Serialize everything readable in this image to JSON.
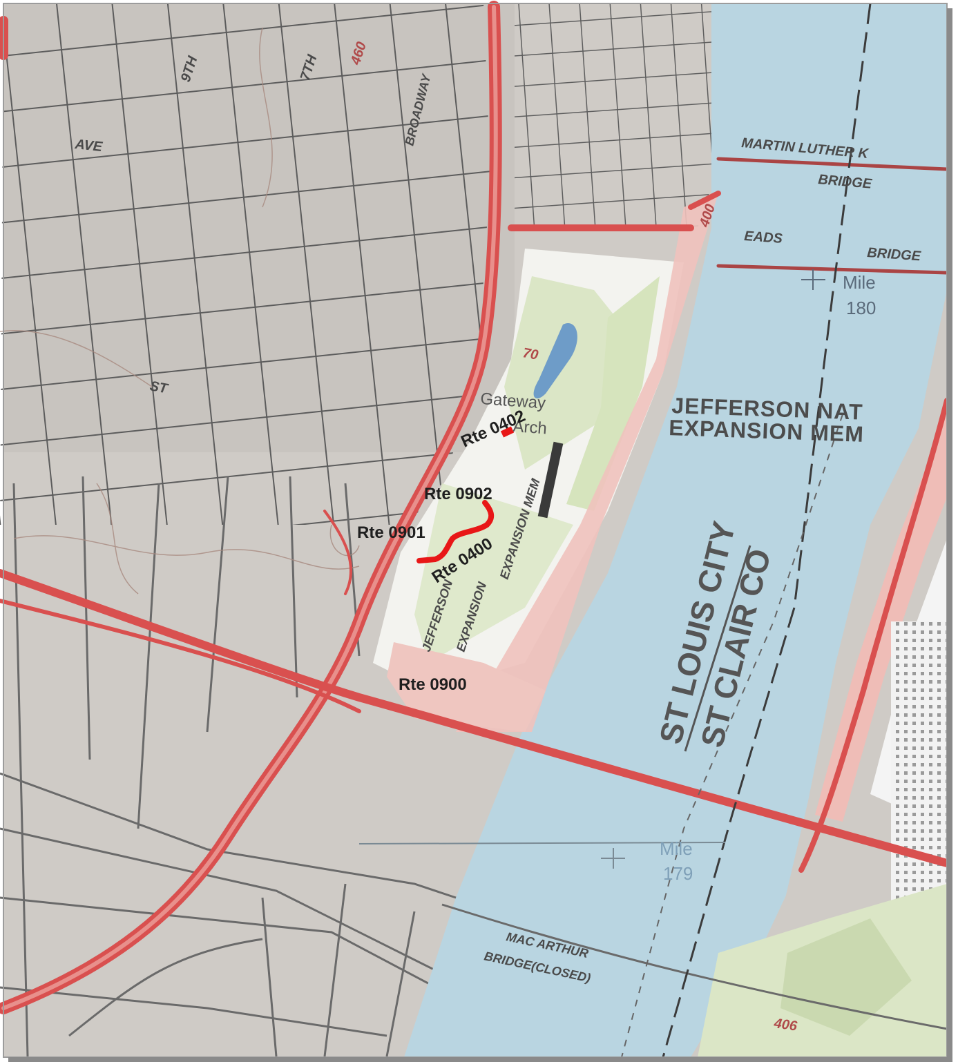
{
  "map": {
    "route_labels": [
      {
        "id": "rte-0402",
        "text": "Rte 0402"
      },
      {
        "id": "rte-0902",
        "text": "Rte 0902"
      },
      {
        "id": "rte-0901",
        "text": "Rte 0901"
      },
      {
        "id": "rte-0400",
        "text": "Rte 0400"
      },
      {
        "id": "rte-0900",
        "text": "Rte 0900"
      }
    ],
    "street_labels": {
      "ninth": "9TH",
      "seventh": "7TH",
      "broadway": "BROADWAY",
      "ave": "AVE",
      "st": "ST",
      "hwy_460": "460",
      "hwy_400": "400",
      "hwy_70": "70",
      "hwy_406": "406"
    },
    "bridges": {
      "mlk_line1": "MARTIN LUTHER K",
      "mlk_line2": "BRIDGE",
      "eads": "EADS",
      "eads_bridge": "BRIDGE",
      "macarthur_line1": "MAC ARTHUR",
      "macarthur_line2": "BRIDGE(CLOSED)"
    },
    "places": {
      "gateway": "Gateway",
      "arch": "Arch",
      "jnem_line1": "JEFFERSON NAT",
      "jnem_line2": "EXPANSION MEM",
      "park_a": "EXPANSION MEM",
      "park_b": "JEFFERSON",
      "park_c": "EXPANSION",
      "county_line1": "ST LOUIS CITY",
      "county_line2": "ST CLAIR CO"
    },
    "miles": {
      "m180_label": "Mile",
      "m180_value": "180",
      "m179_label": "Mile",
      "m179_value": "179"
    },
    "colors": {
      "land": "#cfcbc6",
      "river": "#b9d5e1",
      "park": "#dbe6c6",
      "street": "#5b5b5b",
      "highway": "#d9504f",
      "route_highlight": "#e81717"
    }
  }
}
